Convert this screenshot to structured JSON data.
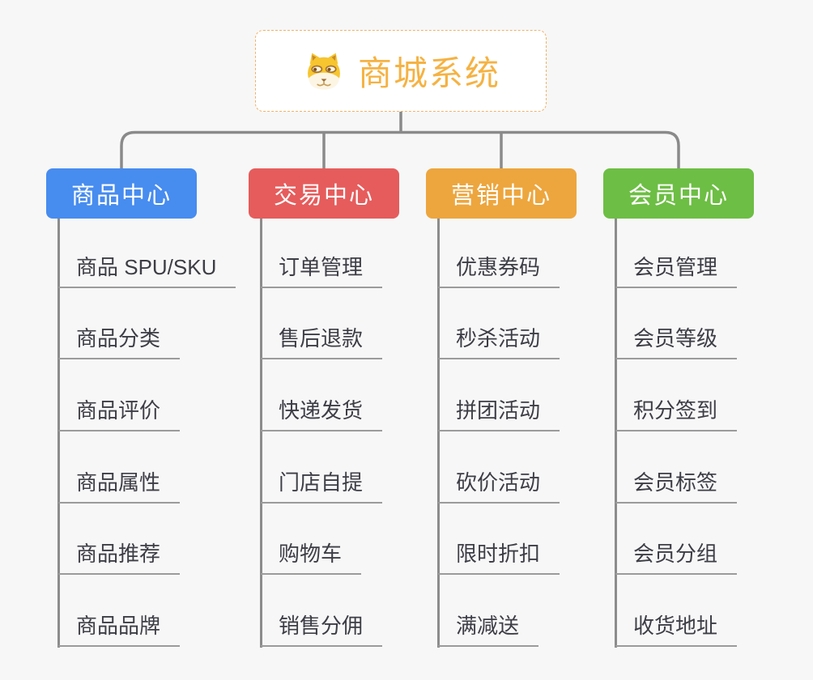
{
  "app": {
    "background_color": "#f7f7f7",
    "connector_color": "#8a8a8a",
    "underline_color": "#9b9b9b",
    "leaf_text_color": "#3d3d46"
  },
  "root": {
    "title": "商城系统",
    "icon": "shiba-dog-icon",
    "text_color": "#f5b243",
    "border_color": "#f0b269"
  },
  "branches": [
    {
      "label": "商品中心",
      "color": "#478cef",
      "children": [
        "商品 SPU/SKU",
        "商品分类",
        "商品评价",
        "商品属性",
        "商品推荐",
        "商品品牌"
      ]
    },
    {
      "label": "交易中心",
      "color": "#e65c5c",
      "children": [
        "订单管理",
        "售后退款",
        "快递发货",
        "门店自提",
        "购物车",
        "销售分佣"
      ]
    },
    {
      "label": "营销中心",
      "color": "#eda63e",
      "children": [
        "优惠券码",
        "秒杀活动",
        "拼团活动",
        "砍价活动",
        "限时折扣",
        "满减送"
      ]
    },
    {
      "label": "会员中心",
      "color": "#6dbe44",
      "children": [
        "会员管理",
        "会员等级",
        "积分签到",
        "会员标签",
        "会员分组",
        "收货地址"
      ]
    }
  ]
}
